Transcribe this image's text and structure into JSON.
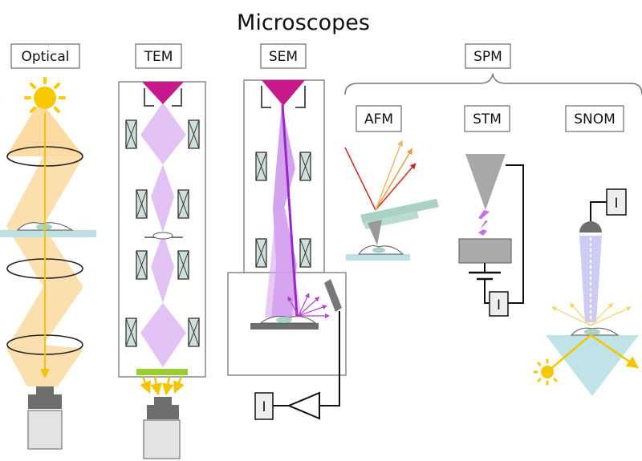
{
  "title": "Microscopes",
  "labels": {
    "optical": "Optical",
    "tem": "TEM",
    "sem": "SEM",
    "spm": "SPM",
    "afm": "AFM",
    "stm": "STM",
    "snom": "SNOM"
  },
  "meter_symbol": "I",
  "colors": {
    "light_beam": "#fcd9a0",
    "light_ray": "#f5c400",
    "electron_beam": "#e2c2f5",
    "electron_ray": "#a030d0",
    "source_magenta": "#c8198c",
    "sample_slide": "#bfe0e3",
    "detector_gray": "#6e6e6e",
    "cantilever": "#a9d2c5",
    "snom_light": "#c9c5f3",
    "prism": "#bfe3e6"
  }
}
